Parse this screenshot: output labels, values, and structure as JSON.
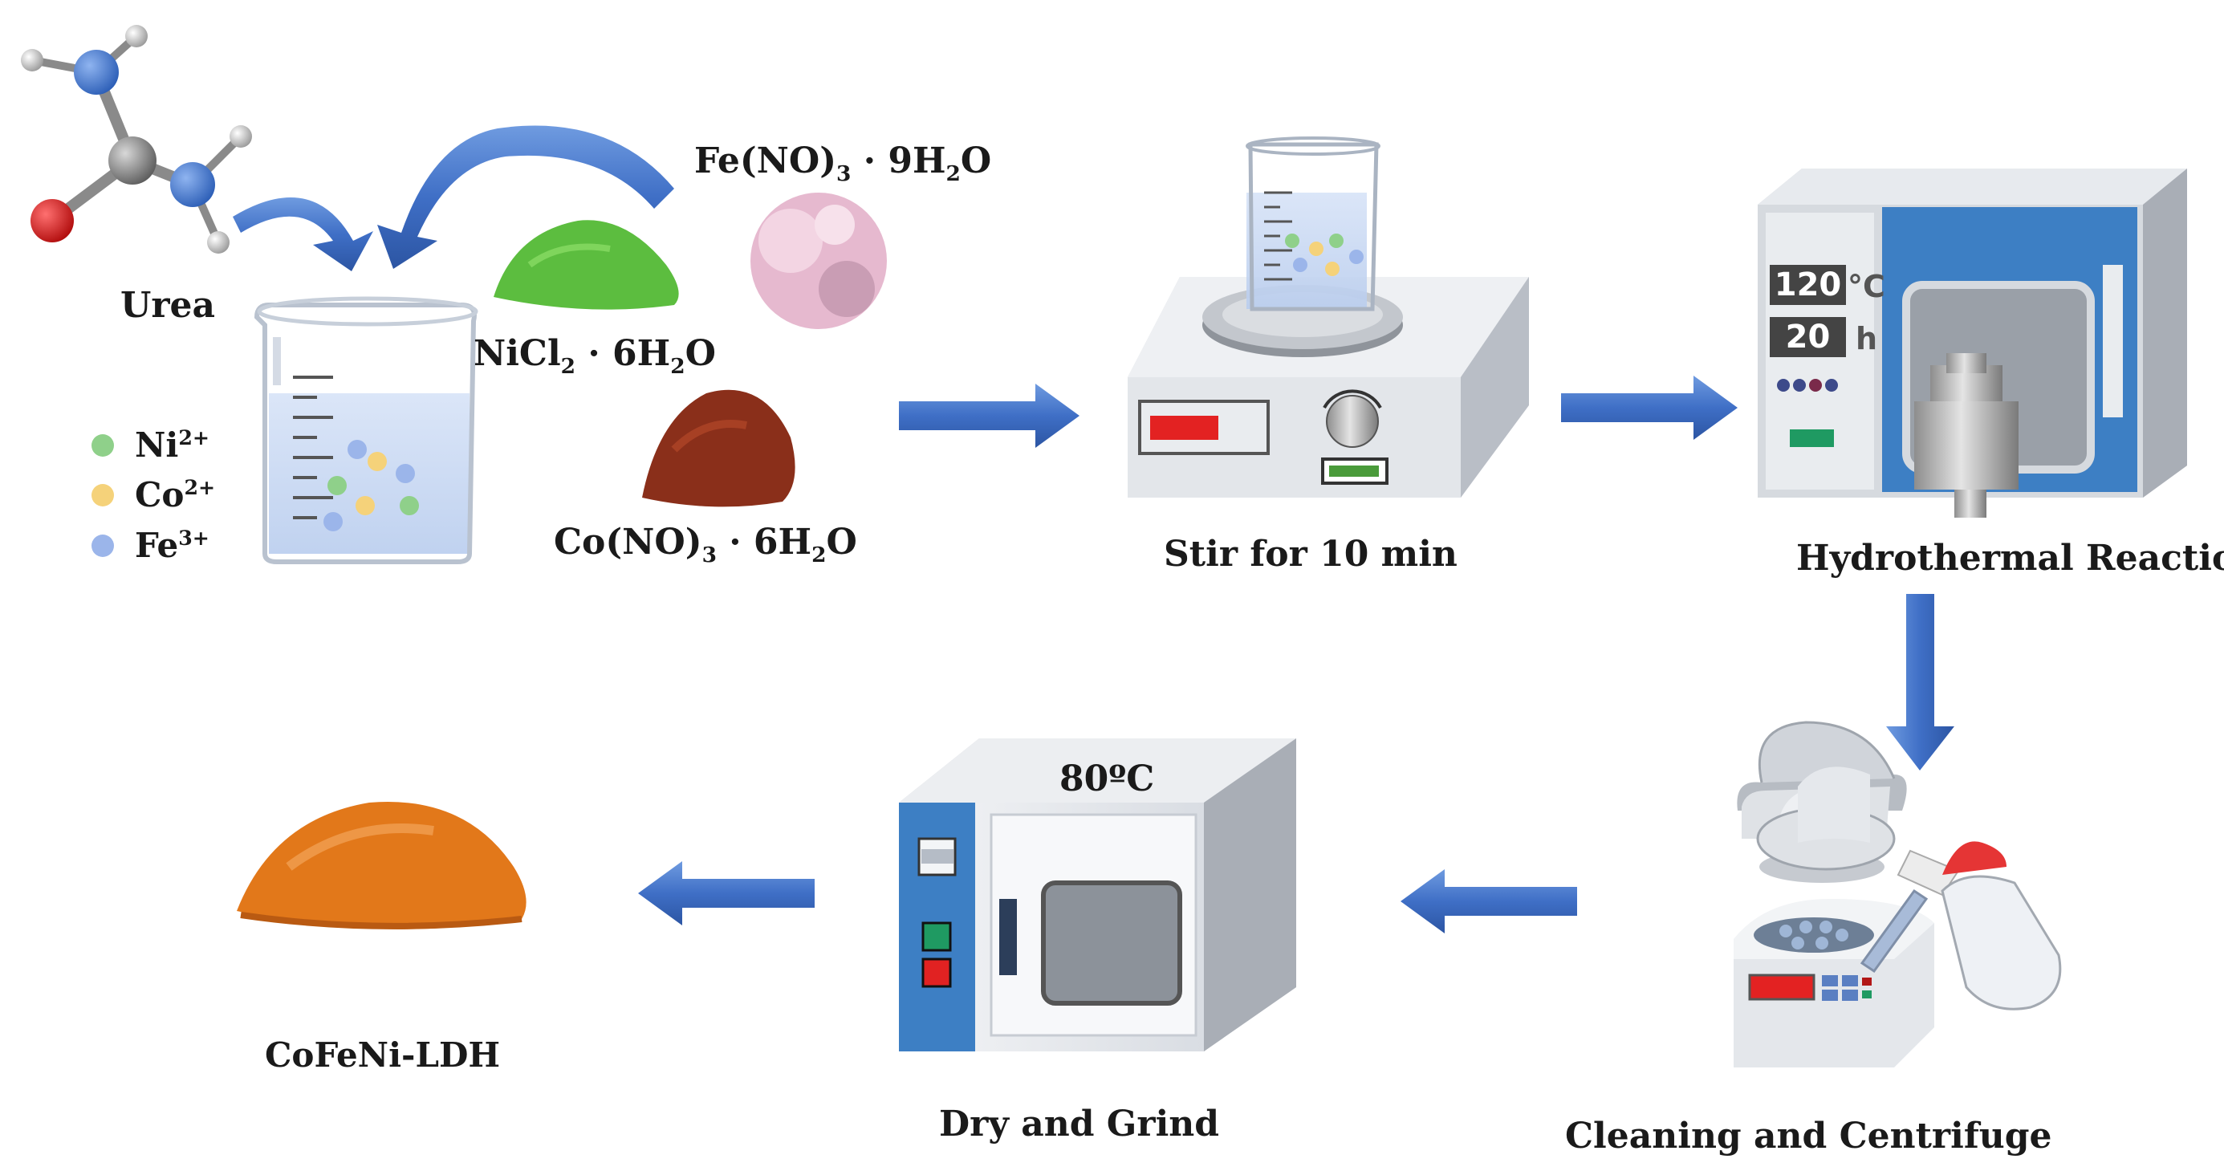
{
  "labels": {
    "urea": "Urea",
    "nicl2": "NiCl",
    "nicl2_sub": "2",
    "nicl2_rest": " · 6H",
    "nicl2_sub2": "2",
    "nicl2_end": "O",
    "feno3": "Fe(NO)",
    "feno3_sub": "3",
    "feno3_rest": " · 9H",
    "feno3_sub2": "2",
    "feno3_end": "O",
    "cono3": "Co(NO)",
    "cono3_sub": "3",
    "cono3_rest": " · 6H",
    "cono3_sub2": "2",
    "cono3_end": "O",
    "ni": "Ni",
    "ni_sup": "2+",
    "co": "Co",
    "co_sup": "2+",
    "fe": "Fe",
    "fe_sup": "3+",
    "stir": "Stir for 10 min",
    "hydro": "Hydrothermal Reaction",
    "clean": "Cleaning and Centrifuge",
    "dry": "Dry and Grind",
    "product": "CoFeNi-LDH",
    "oven_temp": "80ºC",
    "reactor_temp": "120",
    "reactor_temp_unit": "°C",
    "reactor_time": "20",
    "reactor_time_unit": "h"
  },
  "colors": {
    "arrow_blue": "#3f6fc6",
    "ion_ni": "#8fd08a",
    "ion_co": "#f5d27a",
    "ion_fe": "#9bb5ea",
    "powder_green": "#5cbd3f",
    "powder_pink": "#e6b9cf",
    "powder_brown": "#8a2f1a",
    "powder_orange": "#e2781a",
    "oven_blue": "#3d7fc4"
  }
}
